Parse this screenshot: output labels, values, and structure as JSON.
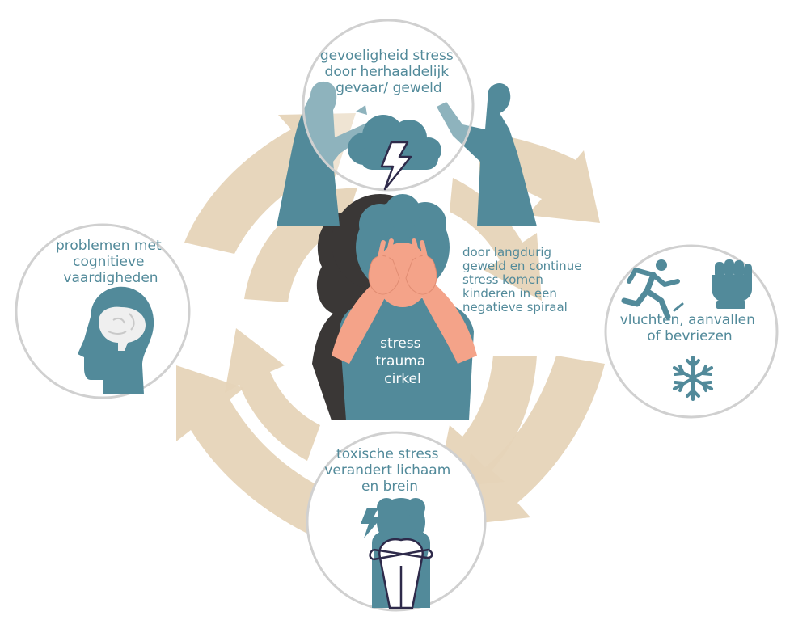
{
  "colors": {
    "arrow": "#e6d4b8",
    "teal": "#528a9a",
    "skin": "#f4a389",
    "shadow": "#3a3736",
    "circle_border": "#d0d0d0",
    "brain": "#efefef",
    "outline": "#2e2a4a"
  },
  "nodes": {
    "top": [
      "gevoeligheid stress",
      "door herhaaldelijk",
      "gevaar/ geweld"
    ],
    "left": [
      "problemen met",
      "cognitieve",
      "vaardigheden"
    ],
    "right": [
      "vluchten, aanvallen",
      "of bevriezen"
    ],
    "bottom": [
      "toxische stress",
      "verandert lichaam",
      "en brein"
    ]
  },
  "center": {
    "label": [
      "stress",
      "trauma",
      "cirkel"
    ],
    "description": [
      "door langdurig",
      "geweld en continue",
      "stress komen",
      "kinderen in een",
      "negatieve spiraal"
    ]
  },
  "icons": {
    "top": [
      "woman-pointing-icon",
      "storm-cloud-icon",
      "lightning-icon",
      "man-yelling-icon"
    ],
    "left": [
      "head-brain-icon"
    ],
    "right": [
      "running-person-icon",
      "raised-fist-icon",
      "snowflake-icon"
    ],
    "bottom": [
      "lightning-icon",
      "hugging-knees-child-icon"
    ],
    "center": [
      "child-covering-face-icon"
    ]
  }
}
